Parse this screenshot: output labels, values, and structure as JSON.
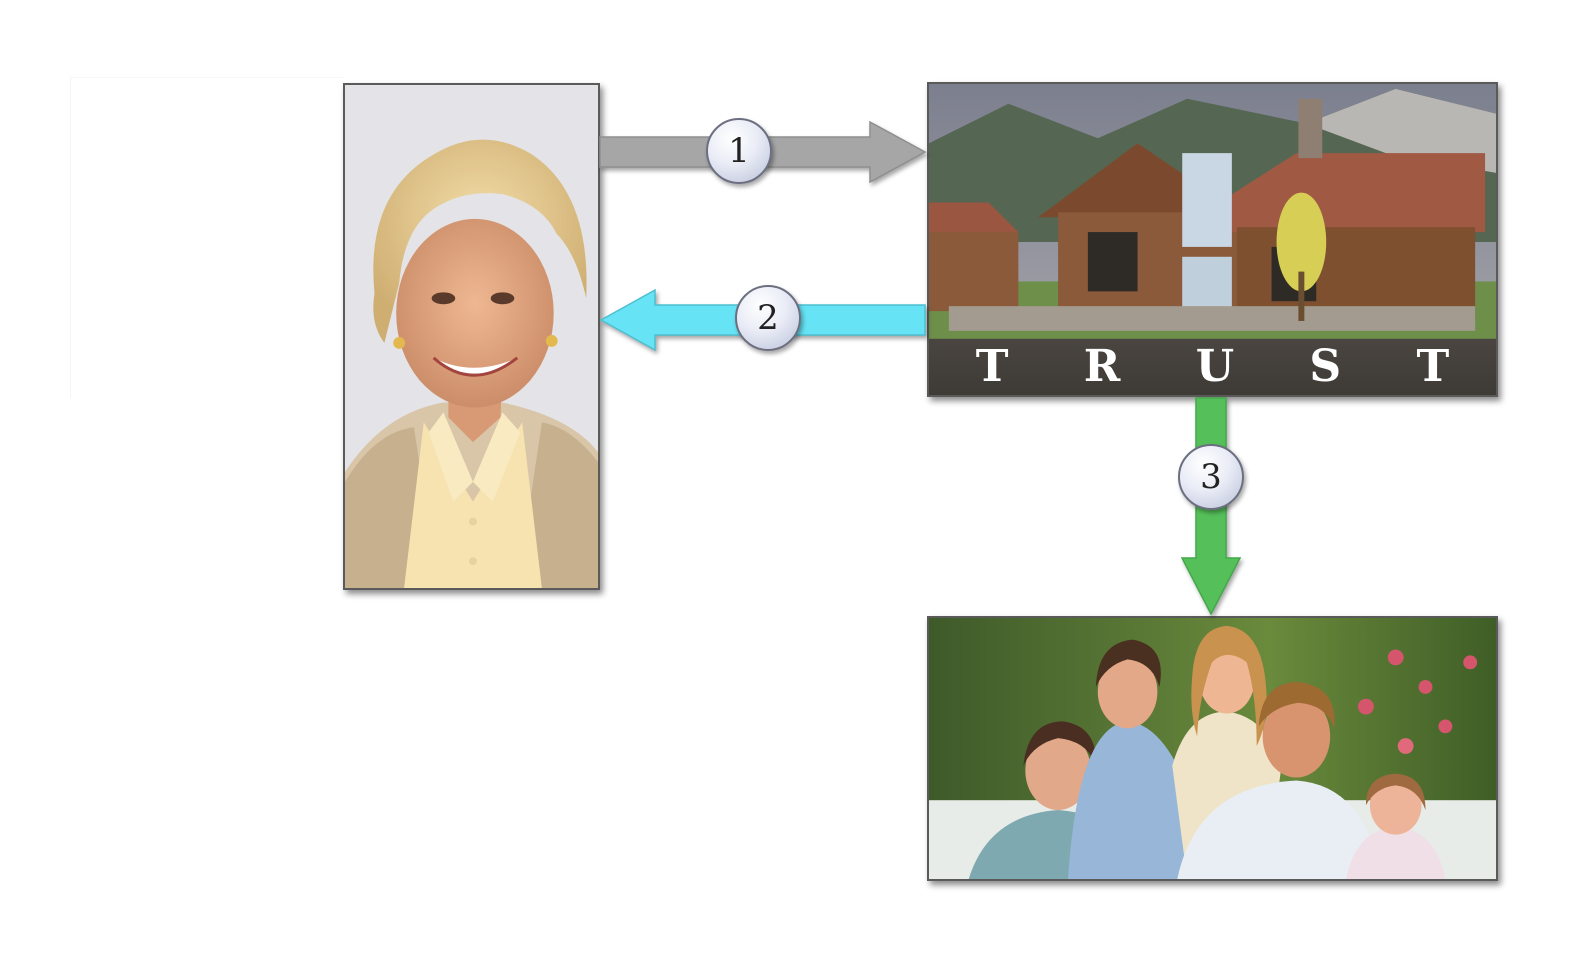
{
  "diagram": {
    "trust_label": "T R U S T",
    "steps": [
      {
        "number": "1",
        "color": "#a6a6a6"
      },
      {
        "number": "2",
        "color": "#66e3f5"
      },
      {
        "number": "3",
        "color": "#55c05a"
      }
    ],
    "photos": {
      "grandmother": "photo-of-elderly-woman",
      "house": "photo-of-house-labeled-trust",
      "family": "photo-of-family"
    }
  }
}
